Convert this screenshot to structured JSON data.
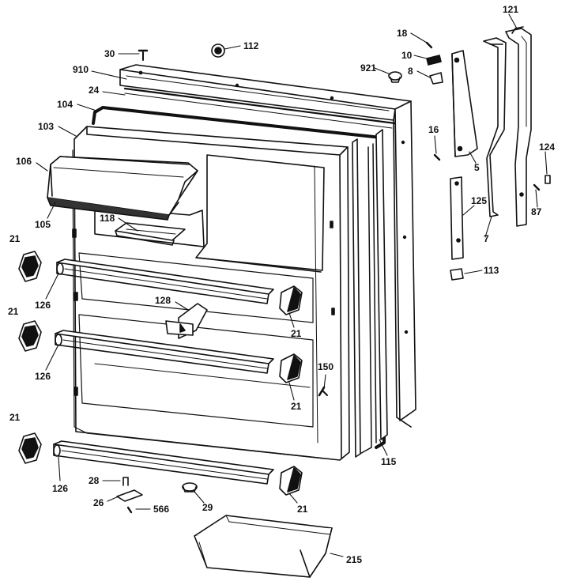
{
  "labels": {
    "l30": "30",
    "l112": "112",
    "l910": "910",
    "l24": "24",
    "l104": "104",
    "l103": "103",
    "l106": "106",
    "l105": "105",
    "l118": "118",
    "l21a": "21",
    "l21b": "21",
    "l21c": "21",
    "l21d": "21",
    "l21e": "21",
    "l21f": "21",
    "l126a": "126",
    "l126b": "126",
    "l126c": "126",
    "l128": "128",
    "l150": "150",
    "l115": "115",
    "l28": "28",
    "l26": "26",
    "l566": "566",
    "l29": "29",
    "l215": "215",
    "l18": "18",
    "l10": "10",
    "l921": "921",
    "l8": "8",
    "l16": "16",
    "l5": "5",
    "l121": "121",
    "l124": "124",
    "l87": "87",
    "l7": "7",
    "l125": "125",
    "l113": "113"
  }
}
